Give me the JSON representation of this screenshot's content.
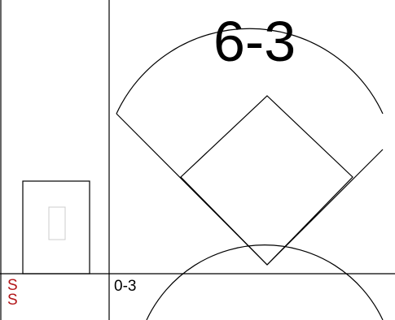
{
  "scorecard": {
    "play_result": "6-3",
    "pitches": [
      "S",
      "S"
    ],
    "count": "0-3",
    "colors": {
      "pitch_strike": "#b3171a",
      "lines": "#000000"
    }
  }
}
